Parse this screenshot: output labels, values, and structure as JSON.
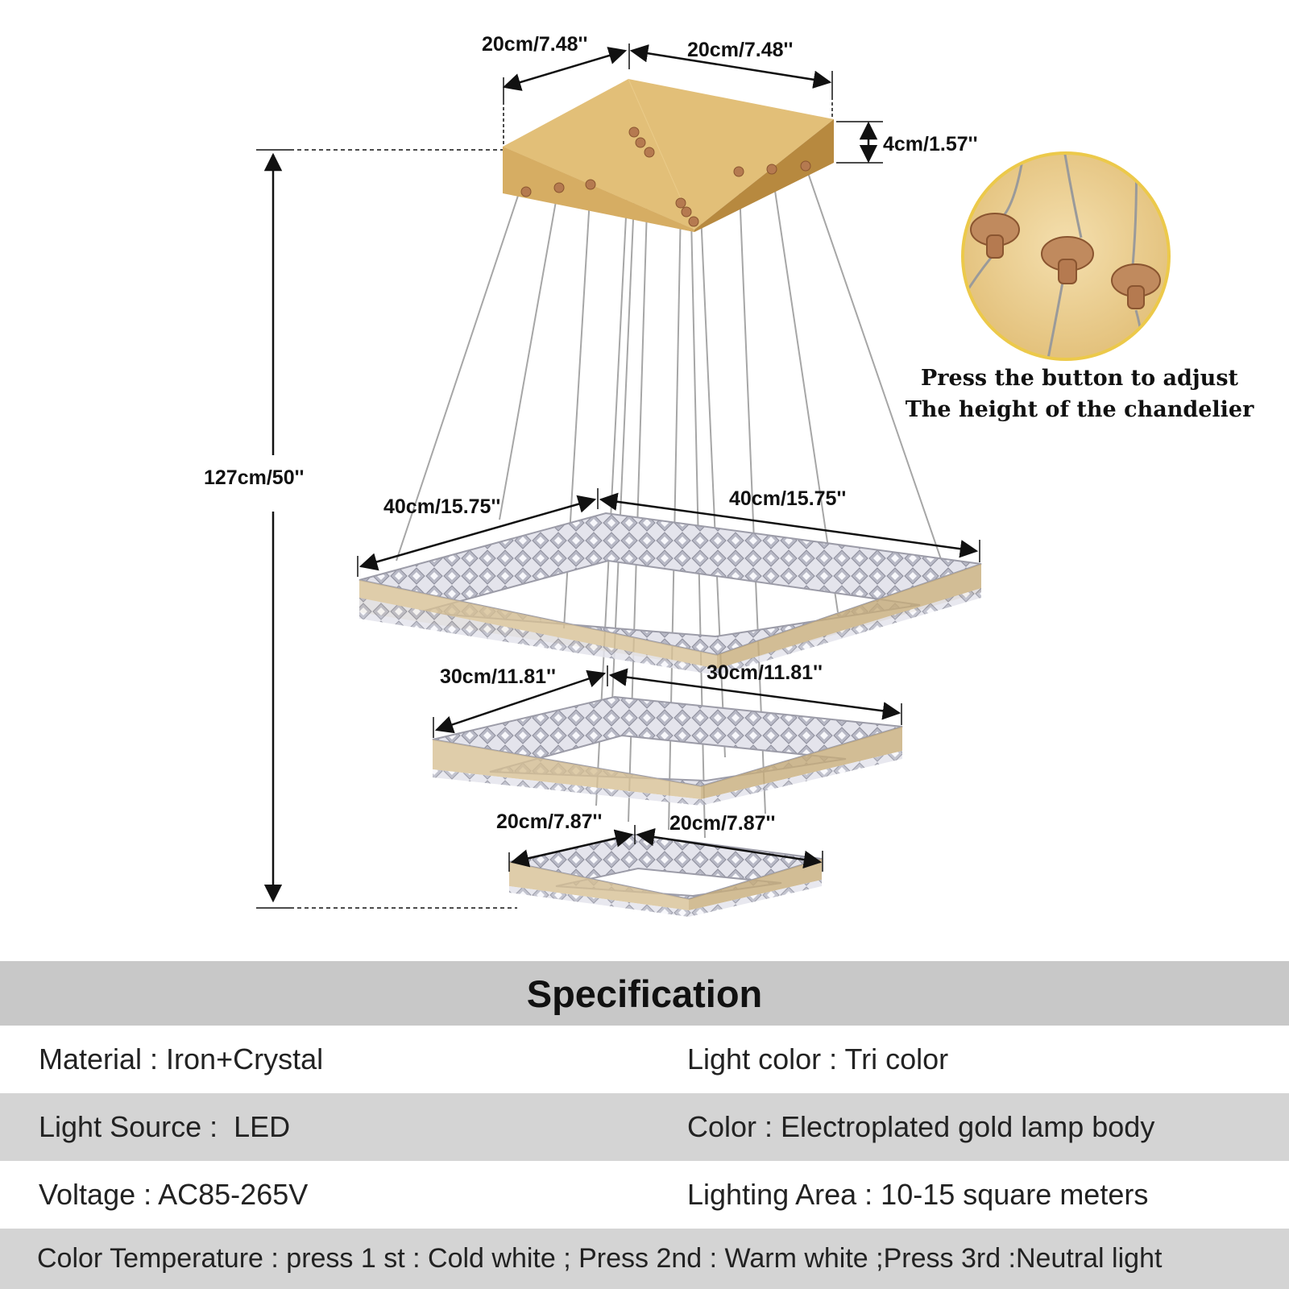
{
  "dimensions": {
    "canopy_depth": "20cm/7.48''",
    "canopy_width": "20cm/7.48''",
    "canopy_height": "4cm/1.57''",
    "overall_height": "127cm/50''",
    "large_depth": "40cm/15.75''",
    "large_width": "40cm/15.75''",
    "medium_depth": "30cm/11.81''",
    "medium_width": "30cm/11.81''",
    "small_depth": "20cm/7.87''",
    "small_width": "20cm/7.87''"
  },
  "callout": {
    "line1": "Press the button to adjust",
    "line2": "The height of the chandelier"
  },
  "spec": {
    "title": "Specification",
    "material": "Material : Iron+Crystal",
    "light_color": "Light color : Tri color",
    "light_source": "Light Source :  LED",
    "body_color": "Color : Electroplated gold lamp body",
    "voltage": "Voltage : AC85-265V",
    "lighting_area": "Lighting Area : 10-15 square meters",
    "color_temperature": "Color Temperature : press 1 st : Cold white ; Press 2nd : Warm white ;Press 3rd :Neutral light"
  },
  "colors": {
    "canopy_gold": "#d9b36c",
    "copper_button": "#c08a5e",
    "spec_bar_gray": "#c8c8c8",
    "crystal": "#dcdce6"
  }
}
